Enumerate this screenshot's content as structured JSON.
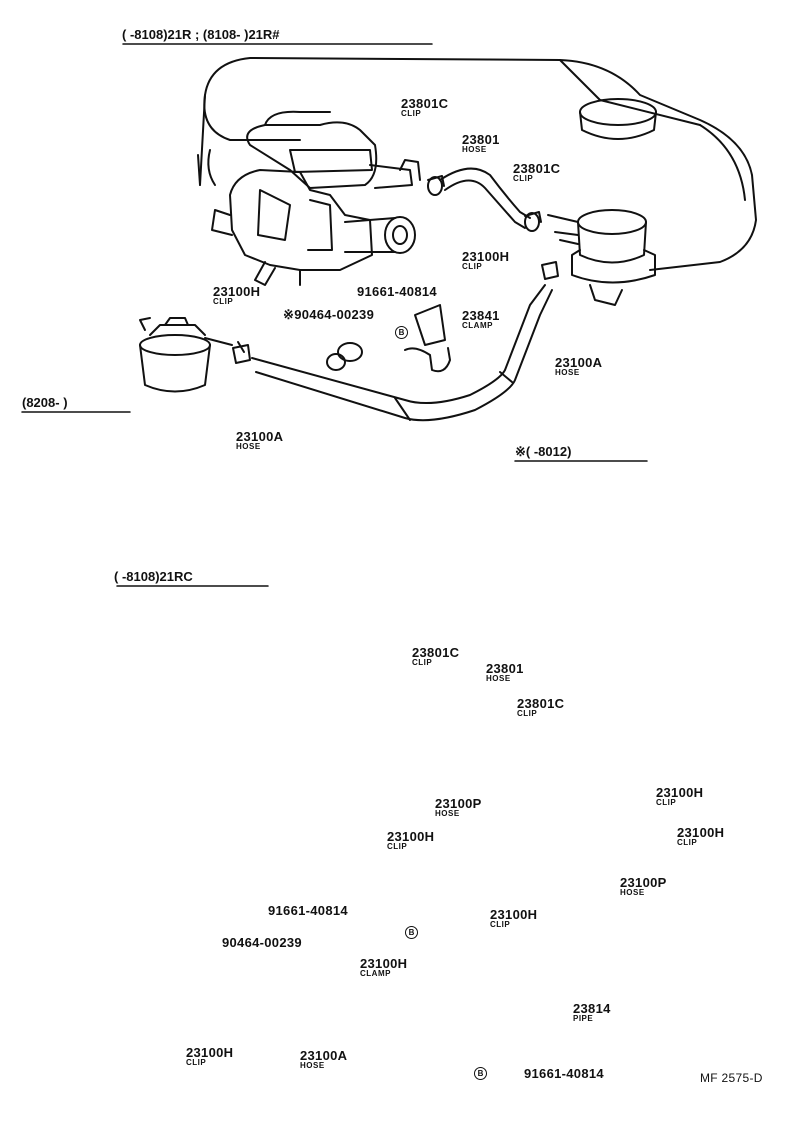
{
  "headers": {
    "top_range": "(        -8108)21R ; (8108-          )21R#",
    "inset_range": "(8208-          )",
    "note_range": "※(        -8012)",
    "bottom_range": "(        -8108)21RC"
  },
  "footer": {
    "code": "MF 2575-D"
  },
  "callout_mark": "B",
  "top_parts": [
    {
      "num": "23801C",
      "desc": "CLIP"
    },
    {
      "num": "23801",
      "desc": "HOSE"
    },
    {
      "num": "23801C",
      "desc": "CLIP"
    },
    {
      "num": "23100H",
      "desc": "CLIP"
    },
    {
      "num": "23100H",
      "desc": "CLIP"
    },
    {
      "num": "91661-40814",
      "desc": ""
    },
    {
      "num": "※90464-00239",
      "desc": ""
    },
    {
      "num": "23841",
      "desc": "CLAMP"
    },
    {
      "num": "23100A",
      "desc": "HOSE"
    }
  ],
  "inset_parts": [
    {
      "num": "23100A",
      "desc": "HOSE"
    }
  ],
  "bottom_parts": [
    {
      "num": "23801C",
      "desc": "CLIP"
    },
    {
      "num": "23801",
      "desc": "HOSE"
    },
    {
      "num": "23801C",
      "desc": "CLIP"
    },
    {
      "num": "23100H",
      "desc": "CLIP"
    },
    {
      "num": "23100P",
      "desc": "HOSE"
    },
    {
      "num": "23100H",
      "desc": "CLIP"
    },
    {
      "num": "23100H",
      "desc": "CLIP"
    },
    {
      "num": "23100P",
      "desc": "HOSE"
    },
    {
      "num": "91661-40814",
      "desc": ""
    },
    {
      "num": "23100H",
      "desc": "CLIP"
    },
    {
      "num": "90464-00239",
      "desc": ""
    },
    {
      "num": "23100H",
      "desc": "CLAMP"
    },
    {
      "num": "23814",
      "desc": "PIPE"
    },
    {
      "num": "23100H",
      "desc": "CLIP"
    },
    {
      "num": "23100A",
      "desc": "HOSE"
    },
    {
      "num": "91661-40814",
      "desc": ""
    }
  ]
}
